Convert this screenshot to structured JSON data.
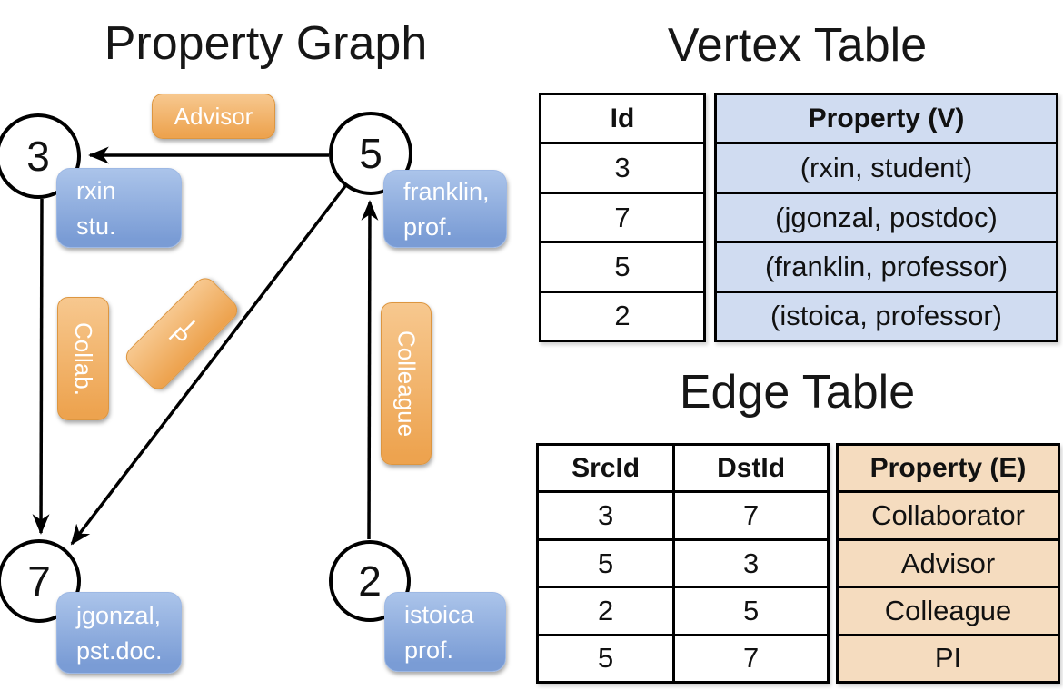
{
  "graph": {
    "title": "Property Graph",
    "vertices": [
      {
        "id": "3",
        "line1": "rxin",
        "line2": "stu."
      },
      {
        "id": "5",
        "line1": "franklin,",
        "line2": "prof."
      },
      {
        "id": "7",
        "line1": "jgonzal,",
        "line2": "pst.doc."
      },
      {
        "id": "2",
        "line1": "istoica",
        "line2": "prof."
      }
    ],
    "edge_labels": {
      "advisor": "Advisor",
      "collab": "Collab.",
      "pi": "PI",
      "colleague": "Colleague"
    }
  },
  "vertex_table": {
    "title": "Vertex Table",
    "columns": {
      "id": "Id",
      "property": "Property (V)"
    },
    "rows": [
      {
        "id": "3",
        "property": "(rxin, student)"
      },
      {
        "id": "7",
        "property": "(jgonzal, postdoc)"
      },
      {
        "id": "5",
        "property": "(franklin, professor)"
      },
      {
        "id": "2",
        "property": "(istoica, professor)"
      }
    ]
  },
  "edge_table": {
    "title": "Edge Table",
    "columns": {
      "src": "SrcId",
      "dst": "DstId",
      "property": "Property (E)"
    },
    "rows": [
      {
        "src": "3",
        "dst": "7",
        "property": "Collaborator"
      },
      {
        "src": "5",
        "dst": "3",
        "property": "Advisor"
      },
      {
        "src": "2",
        "dst": "5",
        "property": "Colleague"
      },
      {
        "src": "5",
        "dst": "7",
        "property": "PI"
      }
    ]
  },
  "colors": {
    "orange_label": "#eda34f",
    "blue_property_box": "#7a9cd5",
    "vertex_table_property_bg": "#d0dcf1",
    "edge_table_property_bg": "#f5dcbf",
    "edge_line": "#000000"
  }
}
